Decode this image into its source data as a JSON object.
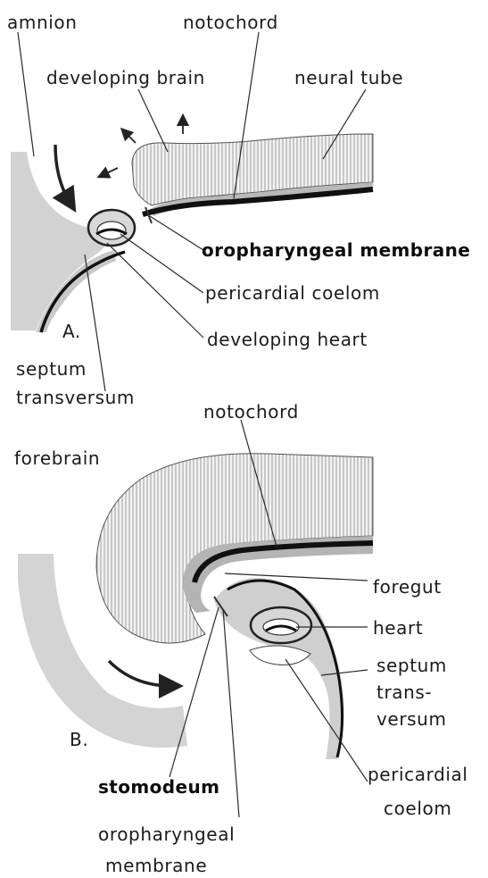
{
  "panel_a": {
    "panel_label": "A.",
    "labels": {
      "amnion": "amnion",
      "notochord": "notochord",
      "developing_brain": "developing brain",
      "neural_tube": "neural tube",
      "oropharyngeal_membrane": "oropharyngeal membrane",
      "pericardial_coelom": "pericardial coelom",
      "developing_heart": "developing heart",
      "septum_line1": "septum",
      "septum_line2": "transversum"
    }
  },
  "panel_b": {
    "panel_label": "B.",
    "labels": {
      "notochord": "notochord",
      "forebrain": "forebrain",
      "foregut": "foregut",
      "heart": "heart",
      "septum_line1": "septum",
      "septum_line2": "trans-",
      "septum_line3": "versum",
      "stomodeum": "stomodeum",
      "pericardial_line1": "pericardial",
      "pericardial_line2": "coelom",
      "oropharyngeal_line1": "oropharyngeal",
      "oropharyngeal_line2": "membrane"
    }
  },
  "colors": {
    "paper": "#ffffff",
    "tissue_gray": "#cfcfcf",
    "notochord_dark": "#101010",
    "hatch_line": "#8a8a8a",
    "text": "#1b1b1b"
  }
}
